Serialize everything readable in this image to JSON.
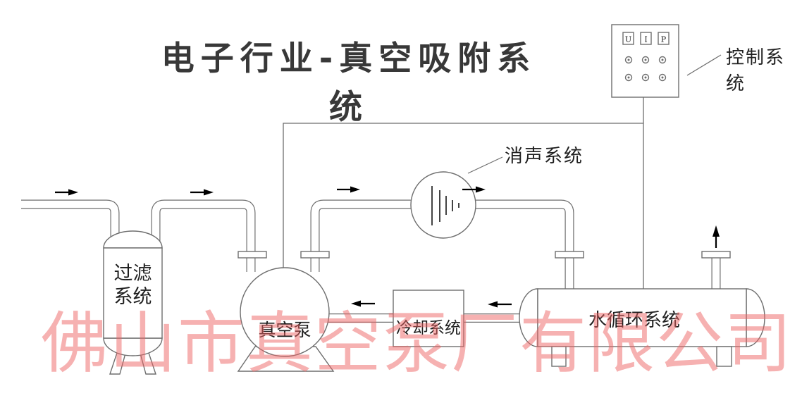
{
  "title": "电子行业-真空吸附系统",
  "watermark": "佛山市真空泵厂有限公司",
  "components": {
    "control_panel": {
      "label": "控制系统",
      "meters": [
        "U",
        "I",
        "P"
      ],
      "button_count": 6
    },
    "silencer": {
      "label": "消声系统"
    },
    "filter": {
      "label_line1": "过滤",
      "label_line2": "系统"
    },
    "vacuum_pump": {
      "label": "真空泵"
    },
    "cooling": {
      "label": "冷却系统"
    },
    "water_tank": {
      "label": "水循环系统"
    }
  },
  "colors": {
    "line": "#6e6e6e",
    "label": "#1f1f1f",
    "title": "#383838",
    "watermark": "rgba(238,100,100,0.5)",
    "arrow": "#000000"
  }
}
